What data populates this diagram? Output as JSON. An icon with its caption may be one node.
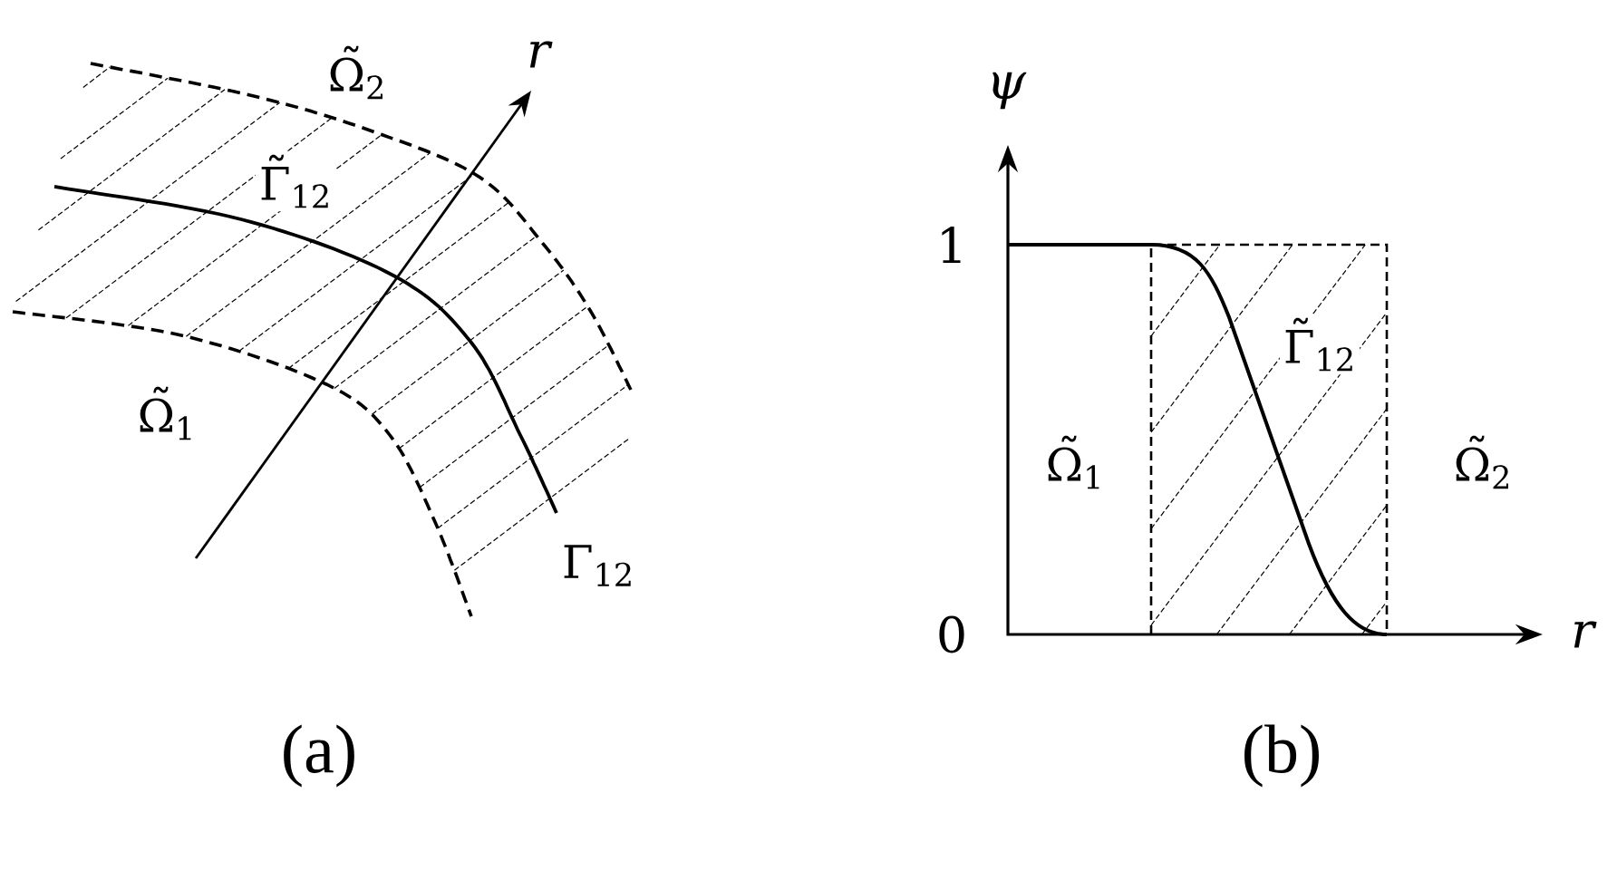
{
  "diagram": {
    "labels": [
      "Ω̃$_{2}$",
      "r",
      "Γ̃$_{12}$",
      "Ω̃$_{1}$",
      "Γ$_{12}$",
      "(a)",
      "ψ",
      "1",
      "Γ̃$_{12}$",
      "Ω̃$_{1}$",
      "Ω̃$_{2}$",
      "0",
      "r",
      "(b)"
    ]
  }
}
